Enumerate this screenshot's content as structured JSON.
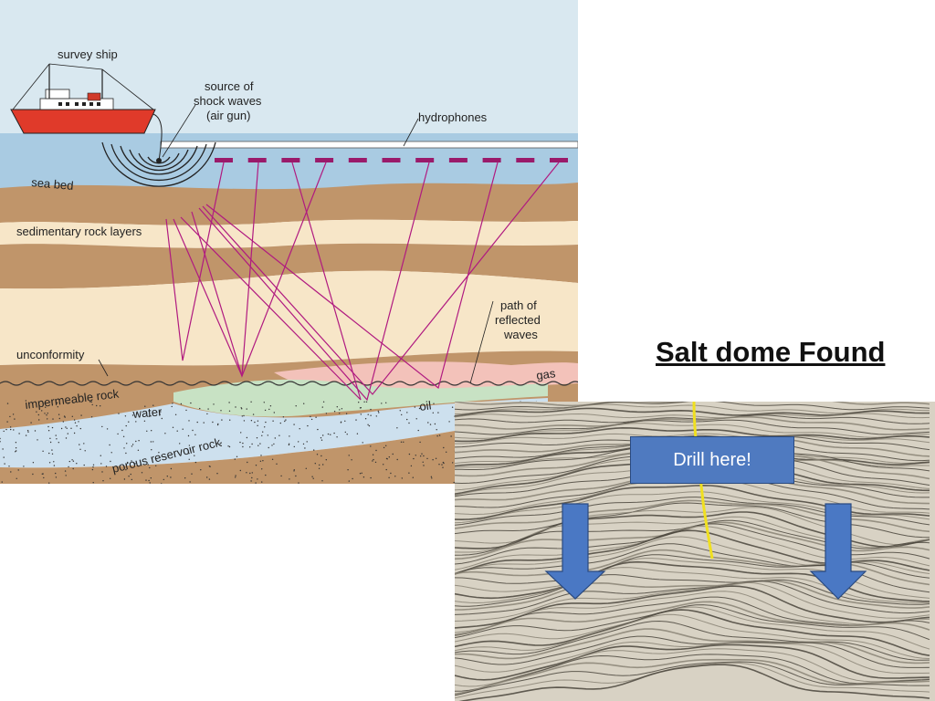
{
  "diagram": {
    "labels": {
      "survey_ship": "survey ship",
      "source_line1": "source of",
      "source_line2": "shock waves",
      "source_line3": "(air gun)",
      "hydrophones": "hydrophones",
      "sea_bed": "sea bed",
      "sedimentary": "sedimentary rock layers",
      "path_line1": "path of",
      "path_line2": "reflected",
      "path_line3": "waves",
      "unconformity": "unconformity",
      "impermeable": "impermeable rock",
      "gas": "gas",
      "oil": "oil",
      "water": "water",
      "porous": "porous reservoir rock"
    },
    "colors": {
      "sky": "#d9e8f0",
      "sea": "#a9cbe2",
      "sand_dark": "#c0956a",
      "sand_light": "#f7e6c8",
      "gas": "#f3c2ba",
      "oil": "#c8e2c4",
      "water": "#cde0ee",
      "wave_path": "#b01a80"
    },
    "hydrophone_count": 11
  },
  "seismic": {
    "title": "Salt dome Found",
    "button_label": "Drill here!",
    "arrow_color": "#4a78c4",
    "well_color": "#f0e020"
  }
}
